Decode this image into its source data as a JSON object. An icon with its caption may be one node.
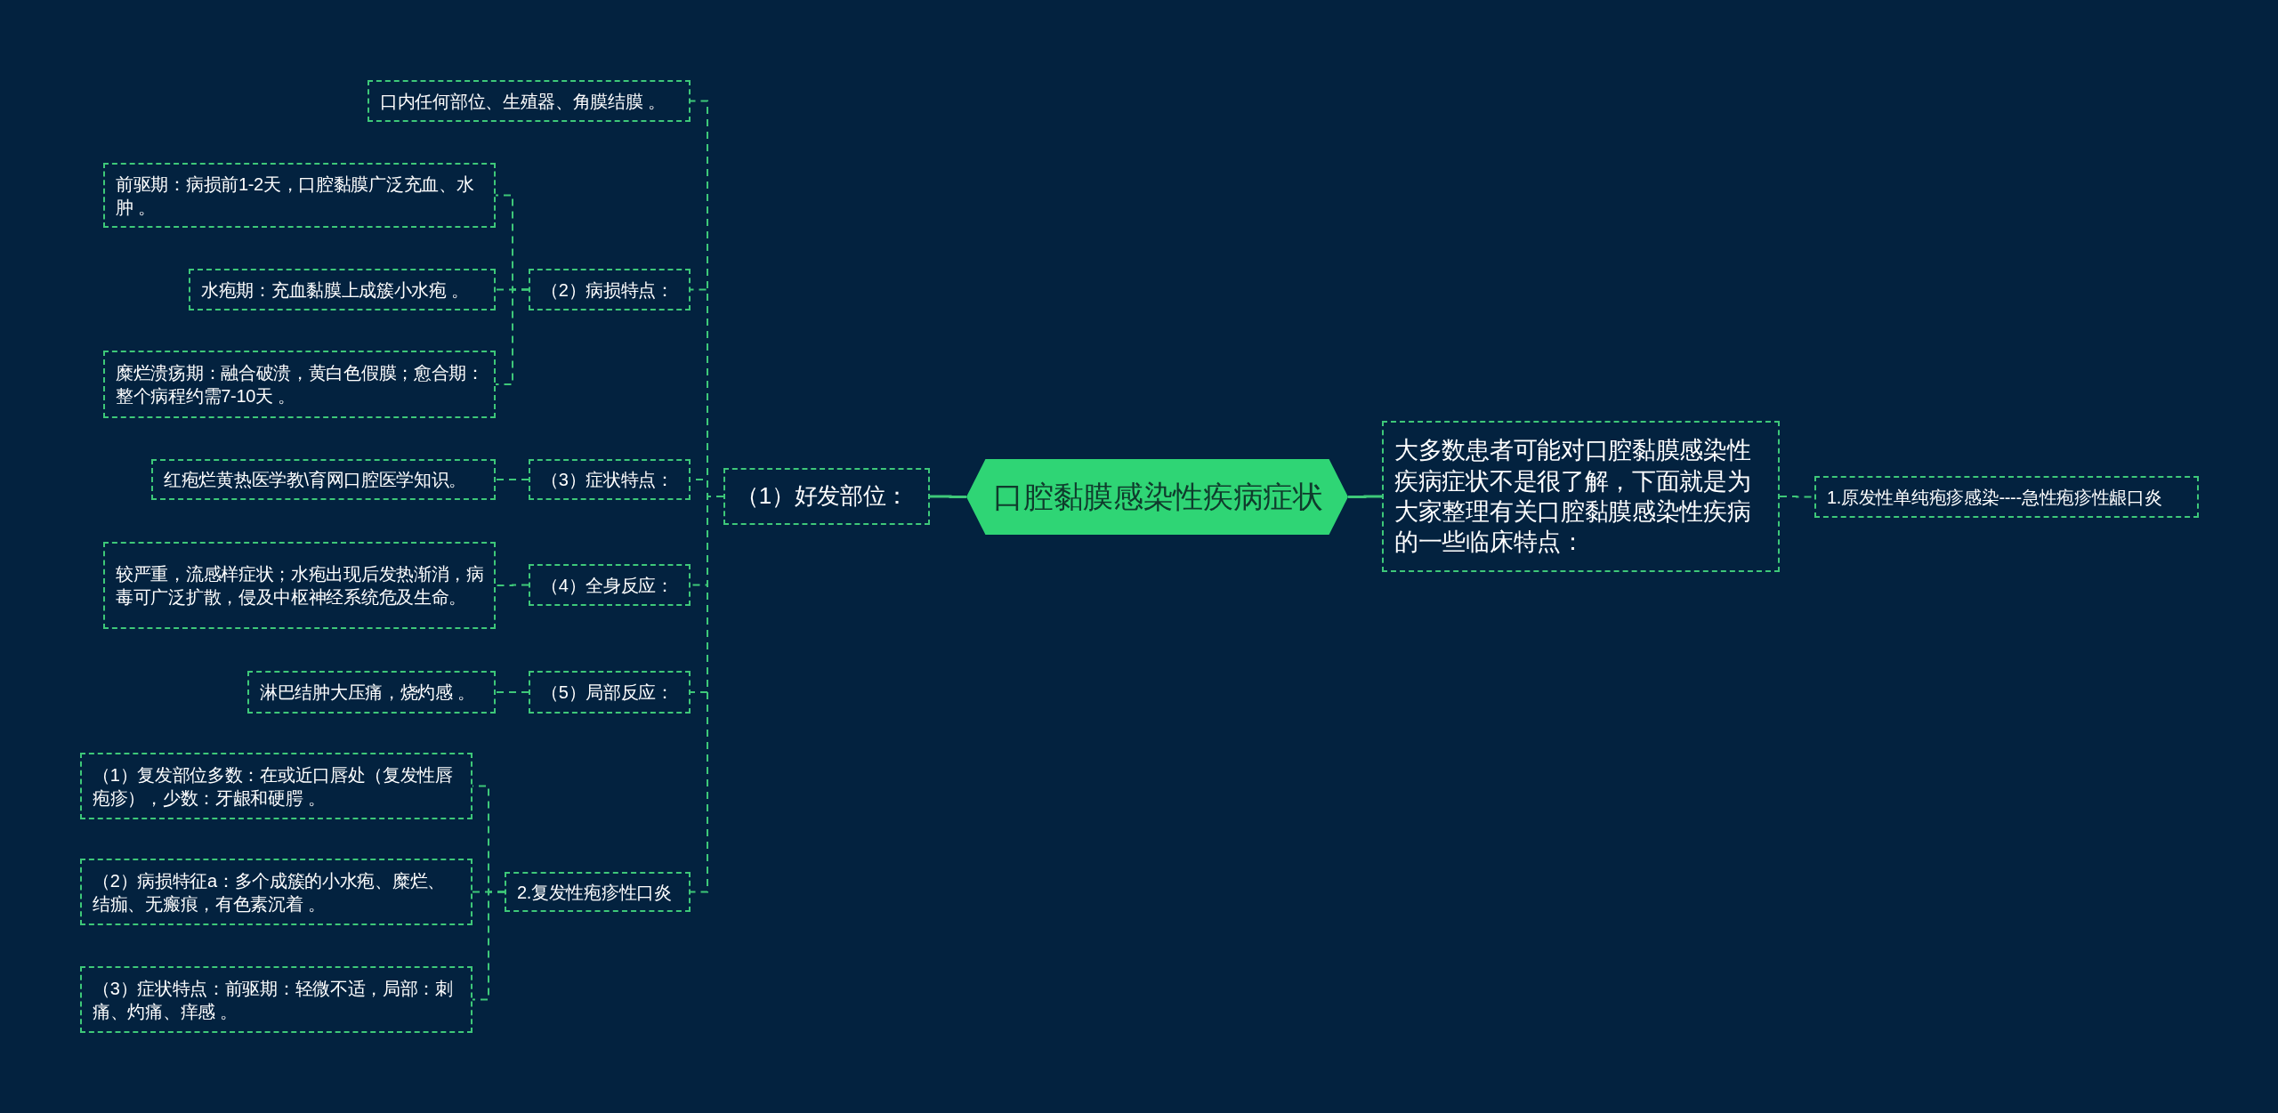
{
  "diagram": {
    "nodes": [
      {
        "text": [
          "口腔黏膜感染性疾病症状"
        ]
      },
      {
        "text": [
          "（1）好发部位："
        ]
      },
      {
        "text": [
          "口内任何部位、生殖器、角膜结膜 。"
        ]
      },
      {
        "text": [
          "（2）病损特点："
        ]
      },
      {
        "text": [
          "前驱期：病损前1-2天，口腔黏膜广泛充血、水肿 。"
        ]
      },
      {
        "text": [
          "水疱期：充血黏膜上成簇小水疱 。"
        ]
      },
      {
        "text": [
          "糜烂溃疡期：融合破溃，黄白色假膜；愈合期：整个病程约需7-10天 。"
        ]
      },
      {
        "text": [
          "（3）症状特点："
        ]
      },
      {
        "text": [
          "红疱烂黄热医学教\\育网口腔医学知识。"
        ]
      },
      {
        "text": [
          "（4）全身反应："
        ]
      },
      {
        "text": [
          "较严重，流感样症状；水疱出现后发热渐消，病毒可广泛扩散，侵及中枢神经系统危及生命。"
        ]
      },
      {
        "text": [
          "（5）局部反应："
        ]
      },
      {
        "text": [
          "淋巴结肿大压痛，烧灼感 。"
        ]
      },
      {
        "text": [
          "2.复发性疱疹性口炎"
        ]
      },
      {
        "text": [
          "（1）复发部位多数：在或近口唇处（复发性唇疱疹），少数：牙龈和硬腭 。"
        ]
      },
      {
        "text": [
          "（2）病损特征a：多个成簇的小水疱、糜烂、结痂、无瘢痕，有色素沉着 。"
        ]
      },
      {
        "text": [
          "（3）症状特点：前驱期：轻微不适，局部：刺痛、灼痛、痒感 。"
        ]
      },
      {
        "text": [
          "大多数患者可能对口腔黏膜感染性疾病症状不是很了解，下面就是为大家整理有关口腔黏膜感染性疾病的一些临床特点："
        ]
      },
      {
        "text": [
          "1.原发性单纯疱疹感染----急性疱疹性龈口炎"
        ]
      }
    ],
    "edges": [
      {
        "from": 0,
        "to": 1,
        "arrow": "none"
      },
      {
        "from": 1,
        "to": 2,
        "arrow": "none",
        "style": "dashed"
      },
      {
        "from": 1,
        "to": 3,
        "arrow": "none",
        "style": "dashed"
      },
      {
        "from": 3,
        "to": 4,
        "arrow": "none",
        "style": "dashed"
      },
      {
        "from": 3,
        "to": 5,
        "arrow": "none",
        "style": "dashed"
      },
      {
        "from": 3,
        "to": 6,
        "arrow": "none",
        "style": "dashed"
      },
      {
        "from": 1,
        "to": 7,
        "arrow": "none",
        "style": "dashed"
      },
      {
        "from": 7,
        "to": 8,
        "arrow": "none",
        "style": "dashed"
      },
      {
        "from": 1,
        "to": 9,
        "arrow": "none",
        "style": "dashed"
      },
      {
        "from": 9,
        "to": 10,
        "arrow": "none",
        "style": "dashed"
      },
      {
        "from": 1,
        "to": 11,
        "arrow": "none",
        "style": "dashed"
      },
      {
        "from": 11,
        "to": 12,
        "arrow": "none",
        "style": "dashed"
      },
      {
        "from": 1,
        "to": 13,
        "arrow": "none",
        "style": "dashed"
      },
      {
        "from": 13,
        "to": 14,
        "arrow": "none",
        "style": "dashed"
      },
      {
        "from": 13,
        "to": 15,
        "arrow": "none",
        "style": "dashed"
      },
      {
        "from": 13,
        "to": 16,
        "arrow": "none",
        "style": "dashed"
      },
      {
        "from": 0,
        "to": 17,
        "arrow": "none"
      },
      {
        "from": 17,
        "to": 18,
        "arrow": "none",
        "style": "dashed"
      }
    ]
  }
}
